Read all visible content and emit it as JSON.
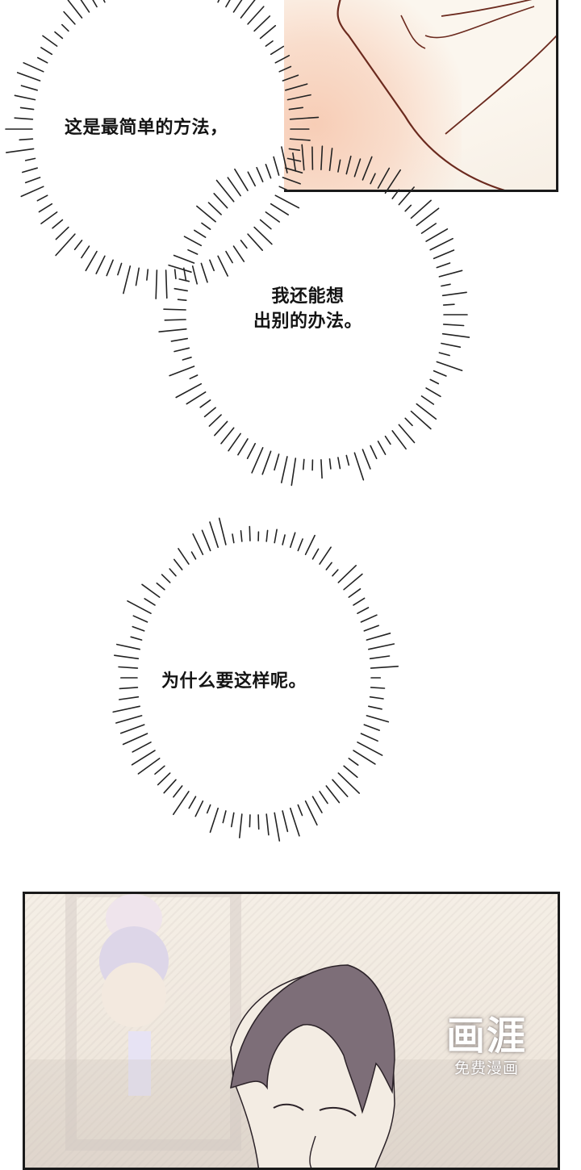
{
  "page": {
    "type": "webtoon-comic-strip",
    "background_color": "#ffffff"
  },
  "panels": [
    {
      "id": "top-panel",
      "description": "cropped artwork: white sleeve/shoulder with brown linework over peach blush background",
      "line_color": "#6b2a1e",
      "blush_color": "#f7cdb6",
      "fill_color": "#fbf6ee"
    },
    {
      "id": "bottom-panel",
      "description": "man with dark purple-gray slicked hair, eyes closed, blurred room background",
      "hair_color": "#7d6e78",
      "bg_color": "#f2ebe2",
      "watermark": {
        "logo": "画涯",
        "subtitle": "免费漫画"
      }
    }
  ],
  "bubbles": [
    {
      "id": "bubble-1",
      "style": "spiky-thought",
      "text": "这是最简单的方法，"
    },
    {
      "id": "bubble-2",
      "style": "spiky-thought",
      "text": "我还能想\n出别的办法。"
    },
    {
      "id": "bubble-3",
      "style": "spiky-thought",
      "text": "为什么要这样呢。"
    }
  ]
}
